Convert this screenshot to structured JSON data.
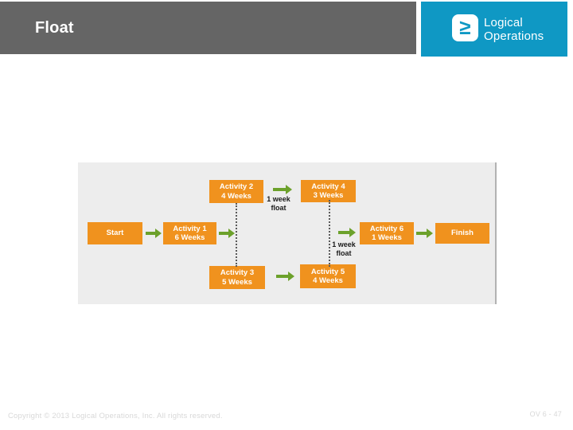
{
  "header": {
    "title": "Float"
  },
  "logo": {
    "glyph": "≥",
    "line1": "Logical",
    "line2": "Operations"
  },
  "diagram": {
    "nodes": [
      {
        "id": "start",
        "line1": "Start",
        "line2": ""
      },
      {
        "id": "activity1",
        "line1": "Activity 1",
        "line2": "6 Weeks"
      },
      {
        "id": "activity2",
        "line1": "Activity 2",
        "line2": "4 Weeks"
      },
      {
        "id": "activity3",
        "line1": "Activity 3",
        "line2": "5 Weeks"
      },
      {
        "id": "activity4",
        "line1": "Activity 4",
        "line2": "3 Weeks"
      },
      {
        "id": "activity5",
        "line1": "Activity 5",
        "line2": "4 Weeks"
      },
      {
        "id": "activity6",
        "line1": "Activity 6",
        "line2": "1 Weeks"
      },
      {
        "id": "finish",
        "line1": "Finish",
        "line2": ""
      }
    ],
    "float_labels": [
      {
        "line1": "1 week",
        "line2": "float"
      },
      {
        "line1": "1 week",
        "line2": "float"
      }
    ]
  },
  "footer": {
    "copyright": "Copyright © 2013 Logical Operations, Inc. All rights reserved.",
    "page": "OV 6 - 47"
  },
  "colors": {
    "header-bg": "#656565",
    "brand-bg": "#0F98C4",
    "panel-bg": "#EDEDED",
    "node-orange": "#F0921E",
    "arrow-green": "#6CA12B",
    "dotted-line": "#5A5A5A",
    "float-text": "#1A1A1A",
    "footer-text": "#D8D8D8"
  }
}
